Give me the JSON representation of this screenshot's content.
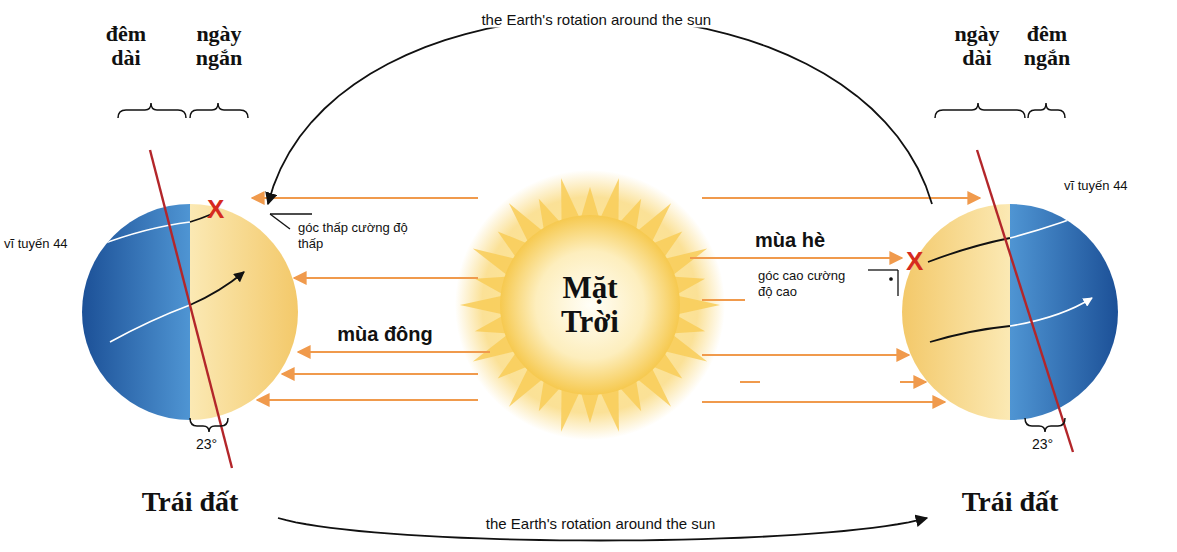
{
  "diagram": {
    "nodes": [
      {
        "text": [
          "Trái đất"
        ]
      },
      {
        "text": [
          "Mặt Trời"
        ]
      },
      {
        "text": [
          "Trái đất"
        ]
      }
    ],
    "edges": [
      {
        "from": 2,
        "to": 0,
        "arrow": "to",
        "label": "the Earth's rotation around the sun"
      },
      {
        "from": 0,
        "to": 2,
        "arrow": "to",
        "label": "the Earth's rotation around the sun"
      },
      {
        "from": 1,
        "to": 0,
        "arrow": "to",
        "label": "mùa đông"
      },
      {
        "from": 1,
        "to": 2,
        "arrow": "to",
        "label": "mùa hè"
      }
    ],
    "labels": [
      "đêm dài",
      "ngày ngắn",
      "ngày dài",
      "đêm ngắn",
      "vĩ tuyến 44",
      "X",
      "góc thấp cường độ thấp",
      "23°",
      "vĩ tuyến 44",
      "X",
      "góc cao cường độ cao",
      "23°"
    ]
  }
}
